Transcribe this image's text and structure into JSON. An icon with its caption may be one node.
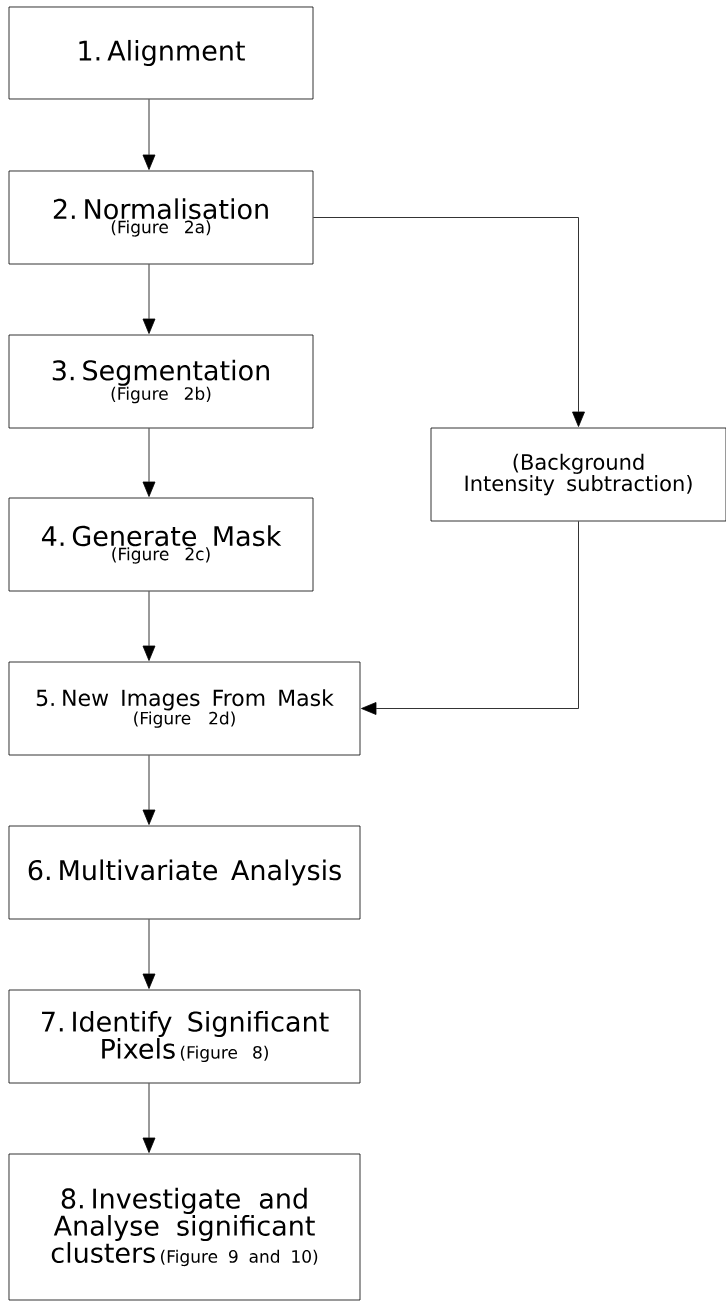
{
  "diagram": {
    "nodes": [
      {
        "text": [
          "1. Alignment"
        ]
      },
      {
        "text": [
          "2. Normalisation",
          "(Figure 2a)"
        ]
      },
      {
        "text": [
          "3. Segmentation",
          "(Figure 2b)"
        ]
      },
      {
        "text": [
          "4. Generate Mask",
          "(Figure 2c)"
        ]
      },
      {
        "text": [
          "5. New Images From Mask",
          "(Figure 2d)"
        ]
      },
      {
        "text": [
          "6. Multivariate Analysis"
        ]
      },
      {
        "text": [
          "7. Identify Significant Pixels",
          "(Figure 8)"
        ]
      },
      {
        "text": [
          "8. Investigate and Analyse significant clusters",
          "(Figure 9 and 10)"
        ]
      },
      {
        "text": [
          "(Background Intensity subtraction)"
        ]
      }
    ],
    "edges": [
      {
        "from": 0,
        "to": 1,
        "arrow": "to"
      },
      {
        "from": 1,
        "to": 2,
        "arrow": "to"
      },
      {
        "from": 2,
        "to": 3,
        "arrow": "to"
      },
      {
        "from": 3,
        "to": 4,
        "arrow": "to"
      },
      {
        "from": 4,
        "to": 5,
        "arrow": "to"
      },
      {
        "from": 5,
        "to": 6,
        "arrow": "to"
      },
      {
        "from": 6,
        "to": 7,
        "arrow": "to"
      },
      {
        "from": 1,
        "to": 8,
        "arrow": "to"
      },
      {
        "from": 8,
        "to": 4,
        "arrow": "to"
      }
    ]
  }
}
